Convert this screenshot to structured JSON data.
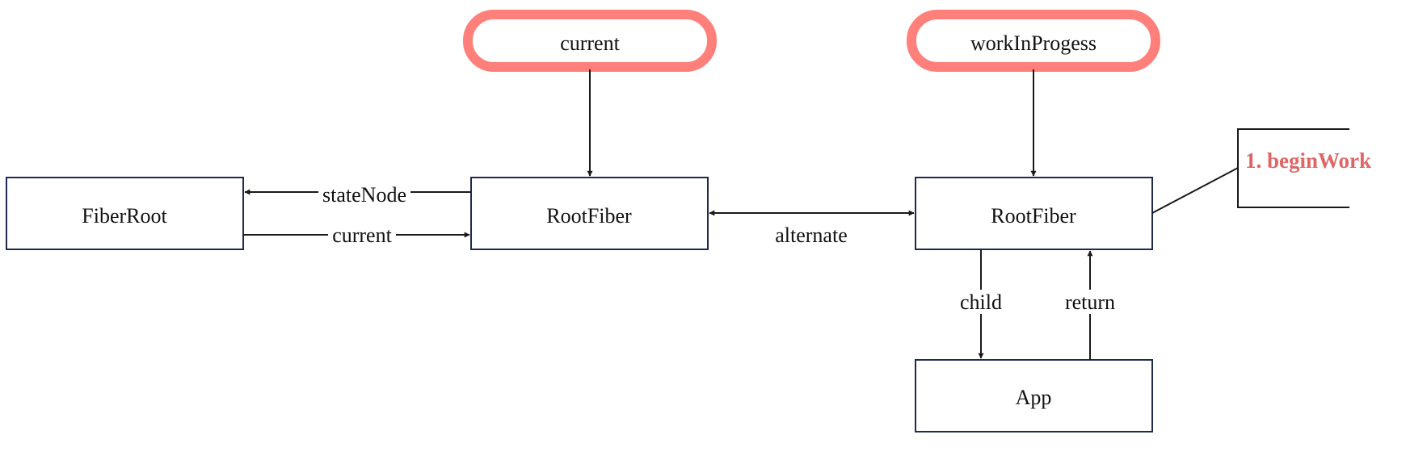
{
  "colors": {
    "accent": "#ff7f7b",
    "note_text": "#e06666",
    "box_border": "#1f2a4d",
    "line": "#1a1a1a"
  },
  "pills": {
    "current": "current",
    "work_in_progress": "workInProgess"
  },
  "nodes": {
    "fiber_root": "FiberRoot",
    "root_fiber_current": "RootFiber",
    "root_fiber_wip": "RootFiber",
    "app": "App"
  },
  "edges": {
    "state_node": "stateNode",
    "current": "current",
    "alternate": "alternate",
    "child": "child",
    "return": "return"
  },
  "note": {
    "text": "1. beginWork"
  }
}
